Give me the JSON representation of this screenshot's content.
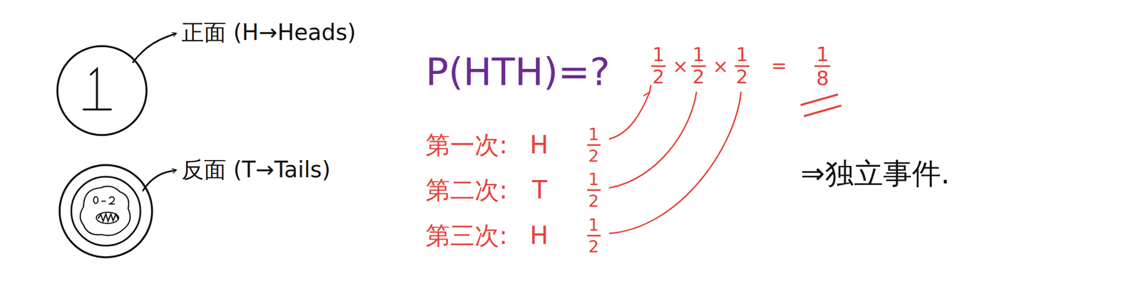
{
  "diagram": {
    "labels": [
      "正面 (H→Heads)",
      "反面 (T→Tails)",
      "P(HTH)=?",
      "1",
      "2",
      "×",
      "1",
      "2",
      "×",
      "1",
      "2",
      "=",
      "1",
      "8",
      "第一次:",
      "H",
      "1",
      "2",
      "第二次:",
      "T",
      "1",
      "2",
      "第三次:",
      "H",
      "1",
      "2",
      "⇒独立事件."
    ]
  }
}
